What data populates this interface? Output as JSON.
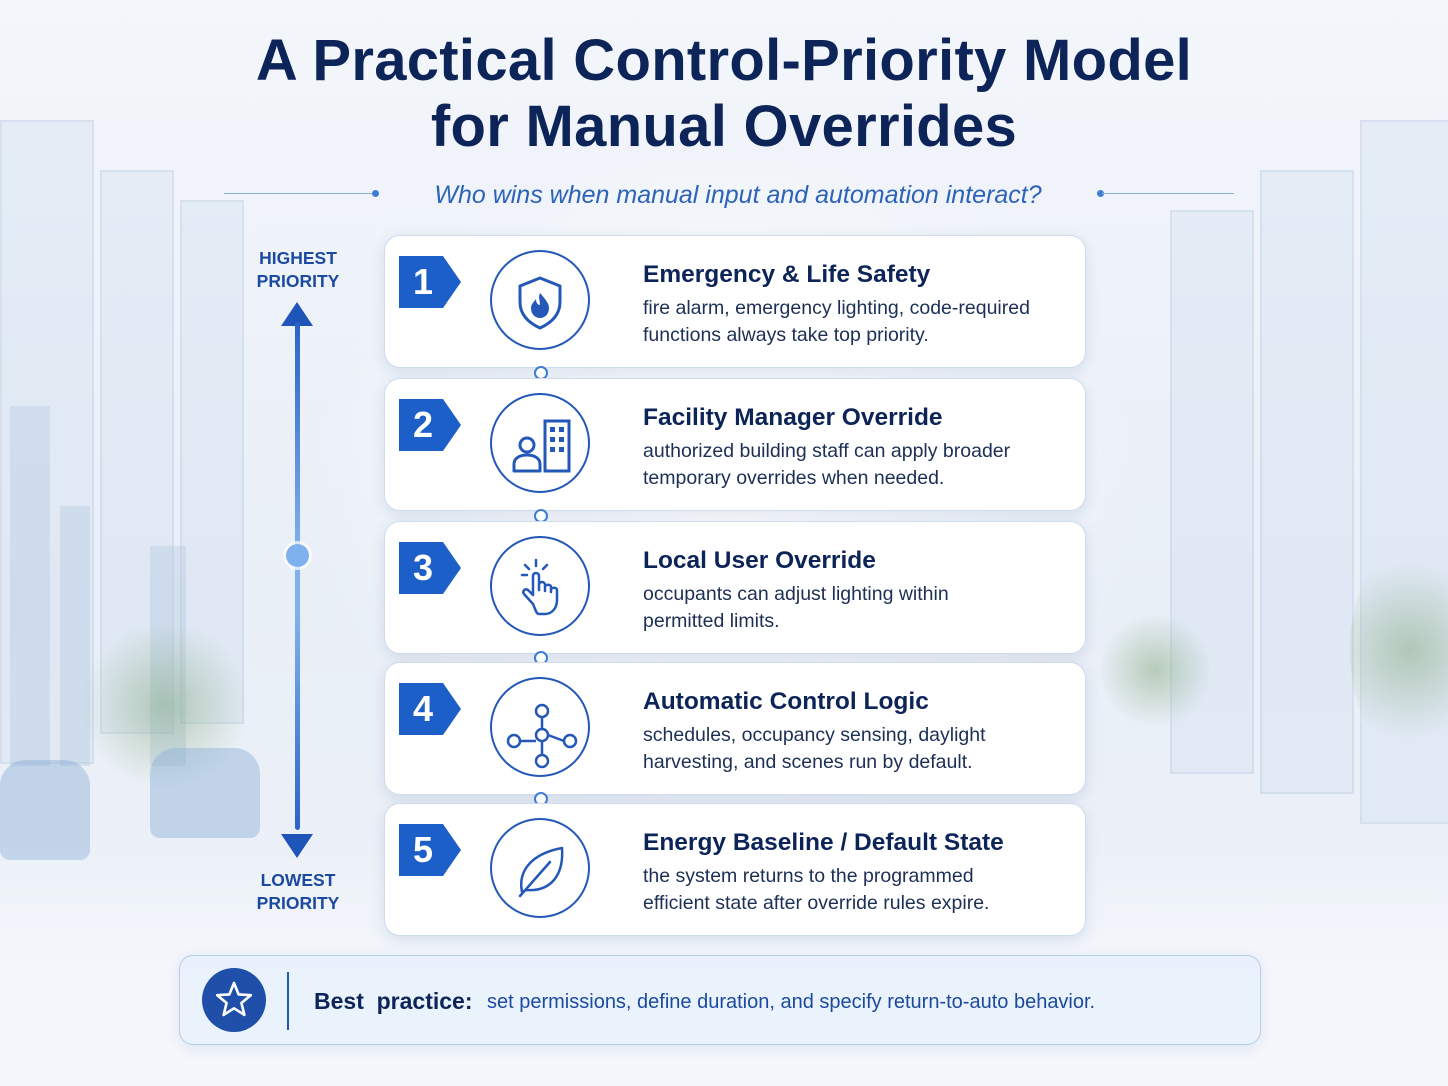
{
  "title_line1": "A Practical Control-Priority Model",
  "title_line2": "for Manual Overrides",
  "subtitle": "Who wins when manual input and automation interact?",
  "axis": {
    "top_line1": "HIGHEST",
    "top_line2": "PRIORITY",
    "bottom_line1": "LOWEST",
    "bottom_line2": "PRIORITY"
  },
  "levels": [
    {
      "number": "1",
      "title": "Emergency & Life Safety",
      "desc_line1": "fire alarm, emergency lighting, code-required",
      "desc_line2": "functions always take top priority.",
      "icon": "shield-flame-icon"
    },
    {
      "number": "2",
      "title": "Facility Manager Override",
      "desc_line1": "authorized building staff can apply broader",
      "desc_line2": "temporary overrides when needed.",
      "icon": "manager-building-icon"
    },
    {
      "number": "3",
      "title": "Local User Override",
      "desc_line1": "occupants can adjust lighting within",
      "desc_line2": "permitted limits.",
      "icon": "hand-tap-icon"
    },
    {
      "number": "4",
      "title": "Automatic Control Logic",
      "desc_line1": "schedules, occupancy sensing, daylight",
      "desc_line2": "harvesting, and scenes run by default.",
      "icon": "logic-nodes-icon"
    },
    {
      "number": "5",
      "title": "Energy Baseline / Default State",
      "desc_line1": "the system returns to the programmed",
      "desc_line2": "efficient state after override rules expire.",
      "icon": "leaf-icon"
    }
  ],
  "best_practice": {
    "label": "Best  practice:",
    "text": "set permissions, define duration, and specify return-to-auto behavior."
  },
  "colors": {
    "navy": "#0d2459",
    "accent_blue": "#2357b8",
    "badge_blue": "#1d5fc9",
    "light_blue": "#7fb1ee"
  }
}
